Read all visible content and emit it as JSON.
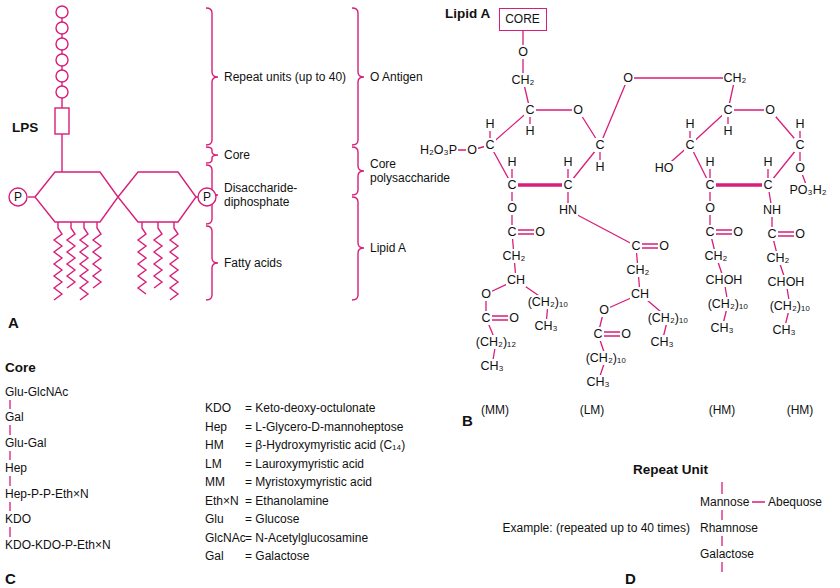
{
  "diagram": {
    "nodes": [
      {
        "text": [
          "P"
        ]
      },
      {
        "text": [
          "P"
        ]
      },
      {
        "text": [
          "CORE"
        ]
      }
    ],
    "labels": [
      "LPS",
      "Repeat units (up to 40)",
      "Core",
      "Disaccharide- diphosphate",
      "Fatty acids",
      "O Antigen",
      "Core polysaccharide",
      "Lipid A",
      "A",
      "Lipid A",
      "O",
      "CH₂",
      "C",
      "H",
      "O",
      "C",
      "H",
      "C",
      "H",
      "C",
      "H",
      "C",
      "H",
      "O",
      "H₂O₃P",
      "O",
      "C",
      "O",
      "CH₂",
      "CH",
      "(CH₂)₁₀",
      "CH₃",
      "O",
      "C",
      "O",
      "(CH₂)₁₂",
      "CH₃",
      "(MM)",
      "HN",
      "C",
      "O",
      "CH₂",
      "CH",
      "(CH₂)₁₀",
      "CH₃",
      "O",
      "C",
      "O",
      "(CH₂)₁₀",
      "CH₃",
      "(LM)",
      "CH₂",
      "O",
      "C",
      "H",
      "O",
      "C",
      "H",
      "C",
      "H",
      "C",
      "H",
      "C",
      "H",
      "HO",
      "O",
      "PO₃H₂",
      "O",
      "C",
      "O",
      "CH₂",
      "CHOH",
      "(CH₂)₁₀",
      "CH₃",
      "(HM)",
      "NH",
      "C",
      "O",
      "CH₂",
      "CHOH",
      "(CH₂)₁₀",
      "CH₃",
      "(HM)",
      "B",
      "Core",
      "Glu-GlcNAc",
      "Gal",
      "Glu-Gal",
      "Hep",
      "Hep-P-P-Eth×N",
      "KDO",
      "KDO-KDO-P-Eth×N",
      "C",
      "KDO",
      "= Keto-deoxy-octulonate",
      "Hep",
      "= L-Glycero-D-mannoheptose",
      "HM",
      "= β-Hydroxymyristic acid (C₁₄)",
      "LM",
      "= Lauroxymyristic acid",
      "MM",
      "= Myristoxymyristic acid",
      "Eth×N",
      "= Ethanolamine",
      "Glu",
      "= Glucose",
      "GlcNAc",
      "= N-Acetylglucosamine",
      "Gal",
      "= Galactose",
      "Repeat Unit",
      "Example: (repeated up to 40 times)",
      "Mannose",
      "Abequose",
      "Rhamnose",
      "Galactose",
      "D"
    ]
  }
}
